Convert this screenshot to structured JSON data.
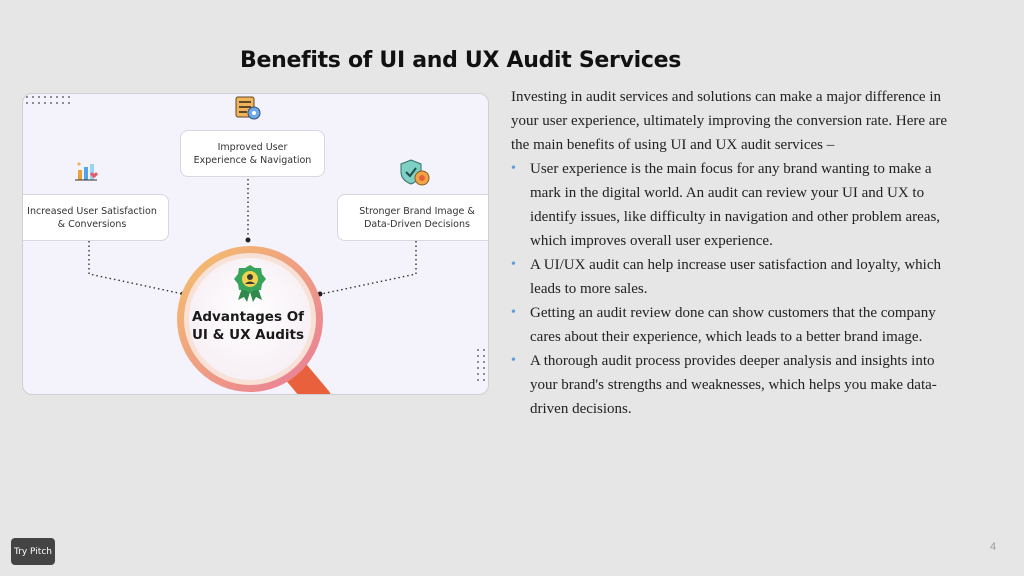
{
  "slide": {
    "title": "Benefits of UI and UX Audit Services",
    "page_number": "4"
  },
  "illustration": {
    "cards": {
      "top": [
        "Improved User",
        "Experience & Navigation"
      ],
      "left": [
        "Increased User Satisfaction",
        "& Conversions"
      ],
      "right": [
        "Stronger Brand Image &",
        "Data-Driven Decisions"
      ]
    },
    "center": [
      "Advantages Of",
      "UI & UX Audits"
    ],
    "icons": {
      "top": "checklist-gear-icon",
      "left": "bar-chart-hearts-icon",
      "right": "shield-badge-icon",
      "center": "award-badge-icon"
    },
    "colors": {
      "background": "#f4f2fb",
      "ring_gradient_start": "#f5c26b",
      "ring_gradient_end": "#e97a9a",
      "handle": "#e8613c",
      "badge": "#3aa35b"
    }
  },
  "content": {
    "intro": "Investing in audit services and solutions can make a major difference in your user experience, ultimately improving the conversion rate. Here are the main benefits of using UI and UX audit services –",
    "bullets": [
      "User experience is the main focus for any brand wanting to make a mark in the digital world. An audit can review your UI and UX to identify issues, like difficulty in navigation and other problem areas, which improves overall user experience.",
      "A UI/UX audit can help increase user satisfaction and loyalty, which leads to more sales.",
      "Getting an audit review done can show customers that the company cares about their experience, which leads to a better brand image.",
      "A thorough audit process provides deeper analysis and insights into your brand's strengths and weaknesses, which helps you make data-driven decisions."
    ],
    "bullet_color": "#5b9bd5"
  },
  "footer": {
    "button_label": "Try Pitch"
  }
}
